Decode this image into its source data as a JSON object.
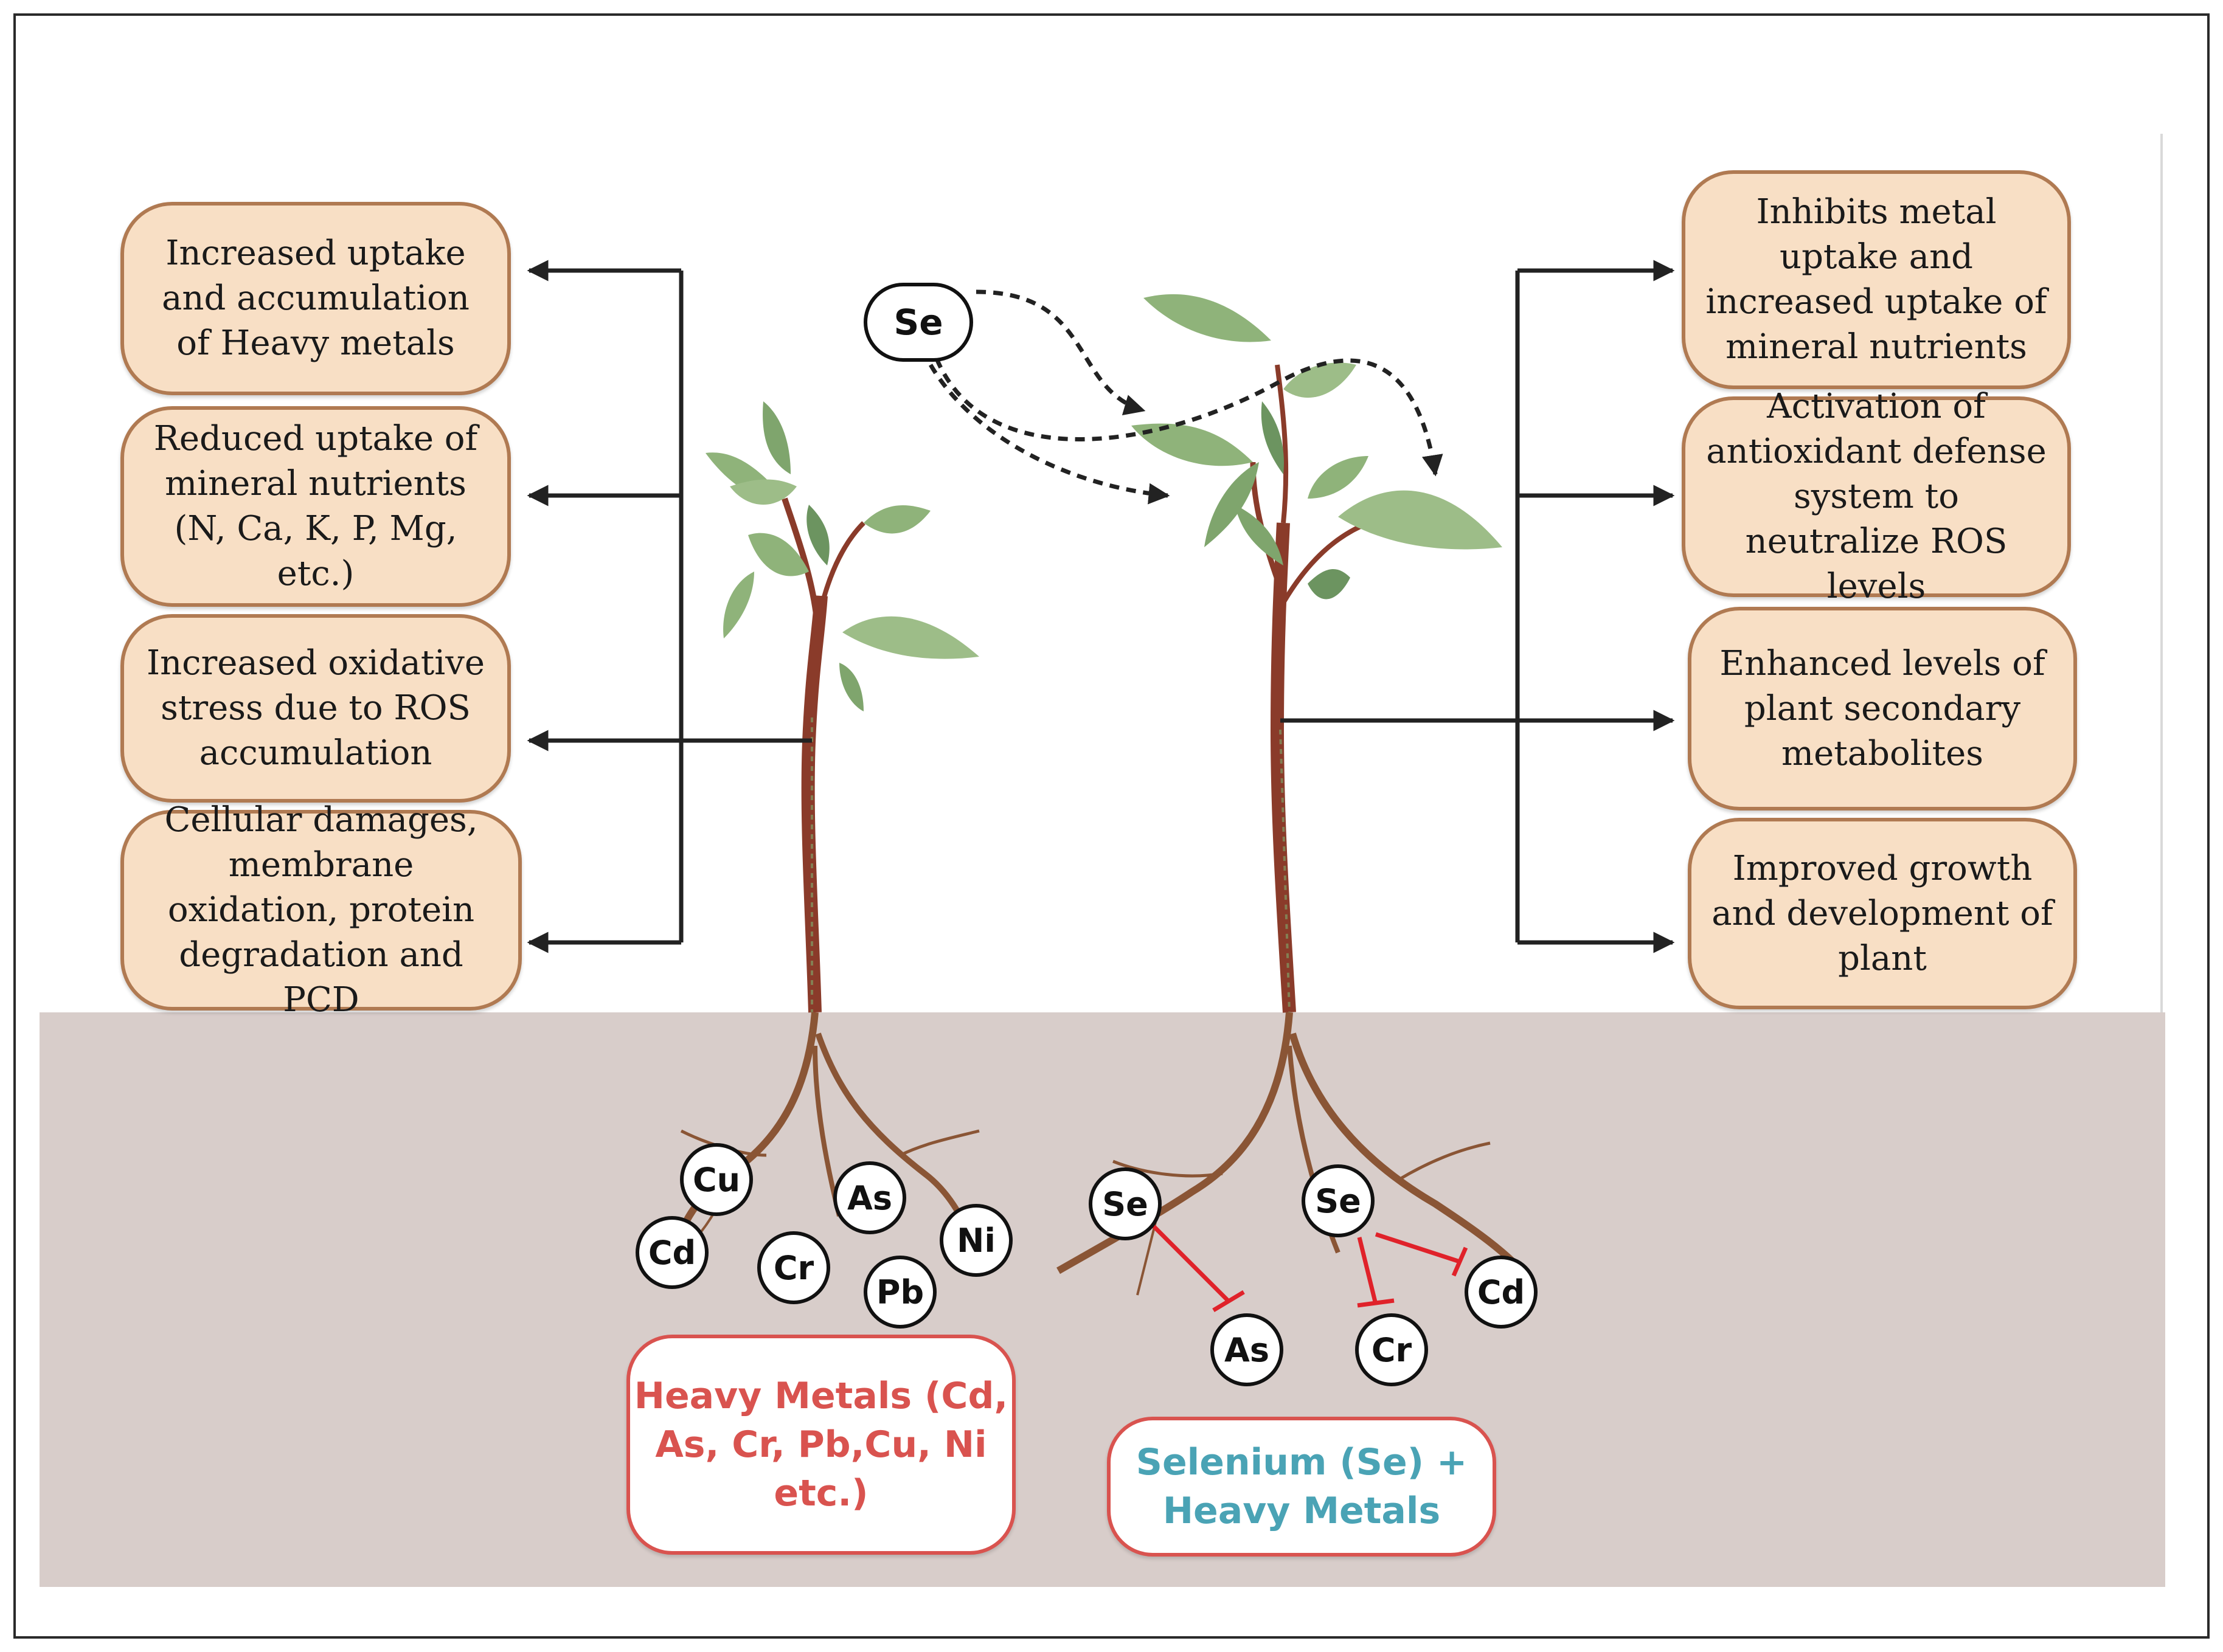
{
  "left_effects": [
    "Increased uptake and accumulation of Heavy metals",
    "Reduced uptake of mineral nutrients (N, Ca, K, P, Mg, etc.)",
    "Increased oxidative stress due to ROS accumulation",
    "Cellular damages, membrane oxidation, protein degradation and PCD"
  ],
  "right_effects": [
    "Inhibits metal uptake and increased uptake of mineral nutrients",
    "Activation of antioxidant defense system to neutralize ROS levels",
    "Enhanced levels of plant secondary metabolites",
    "Improved growth and development of plant"
  ],
  "left_label": "Heavy Metals (Cd, As, Cr, Pb,Cu, Ni etc.)",
  "right_label": "Selenium (Se) + Heavy Metals",
  "se_top": "Se",
  "left_ions": [
    "Cu",
    "As",
    "Ni",
    "Cd",
    "Cr",
    "Pb"
  ],
  "right_ions": [
    "Se",
    "Se",
    "As",
    "Cr",
    "Cd"
  ],
  "colors": {
    "box_fill": "#f8dfc5",
    "box_border": "#b07a52",
    "soil": "#d8cdca",
    "heavy_metal_text": "#d9534f",
    "selenium_text": "#4aa3b5",
    "inhibition": "#e0222a",
    "leaf": "#8fb37a",
    "stem": "#8a3b2a"
  }
}
